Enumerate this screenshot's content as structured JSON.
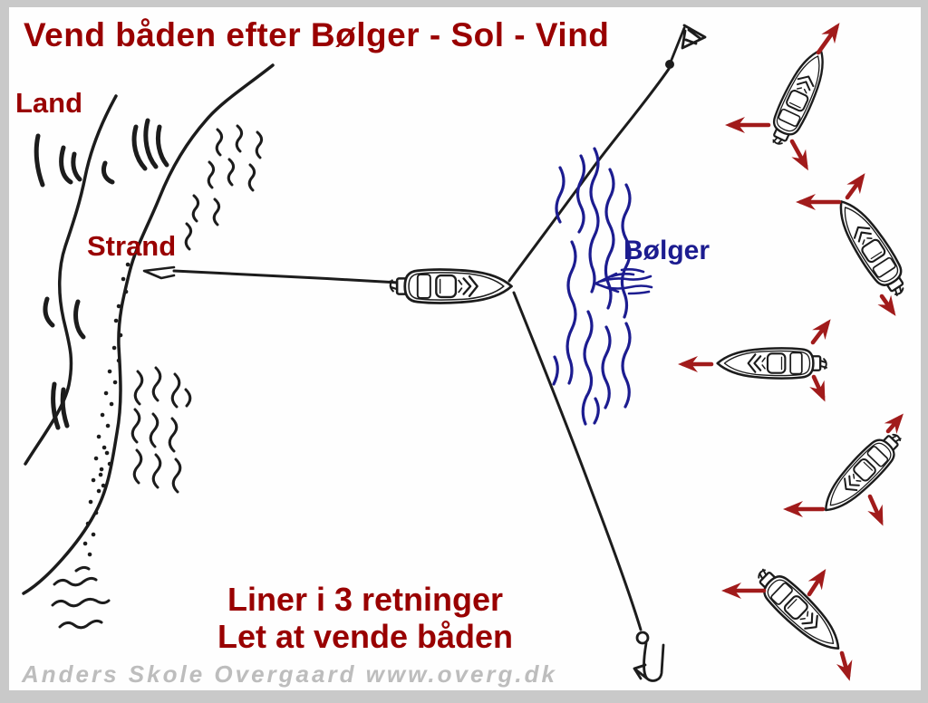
{
  "title": "Vend båden efter Bølger - Sol - Vind",
  "labels": {
    "land": "Land",
    "strand": "Strand",
    "waves": "Bølger"
  },
  "caption": {
    "line1": "Liner i 3 retninger",
    "line2": "Let at vende båden"
  },
  "watermark": "Anders Skole Overgaard www.overg.dk",
  "colors": {
    "heading_red": "#990000",
    "arrow_red": "#a11b1b",
    "wave_blue": "#1c1c90",
    "ink_black": "#1c1c1c",
    "frame_gray": "#c9c9c9",
    "watermark_gray": "#bdbdbd",
    "paper_white": "#fefefe"
  }
}
